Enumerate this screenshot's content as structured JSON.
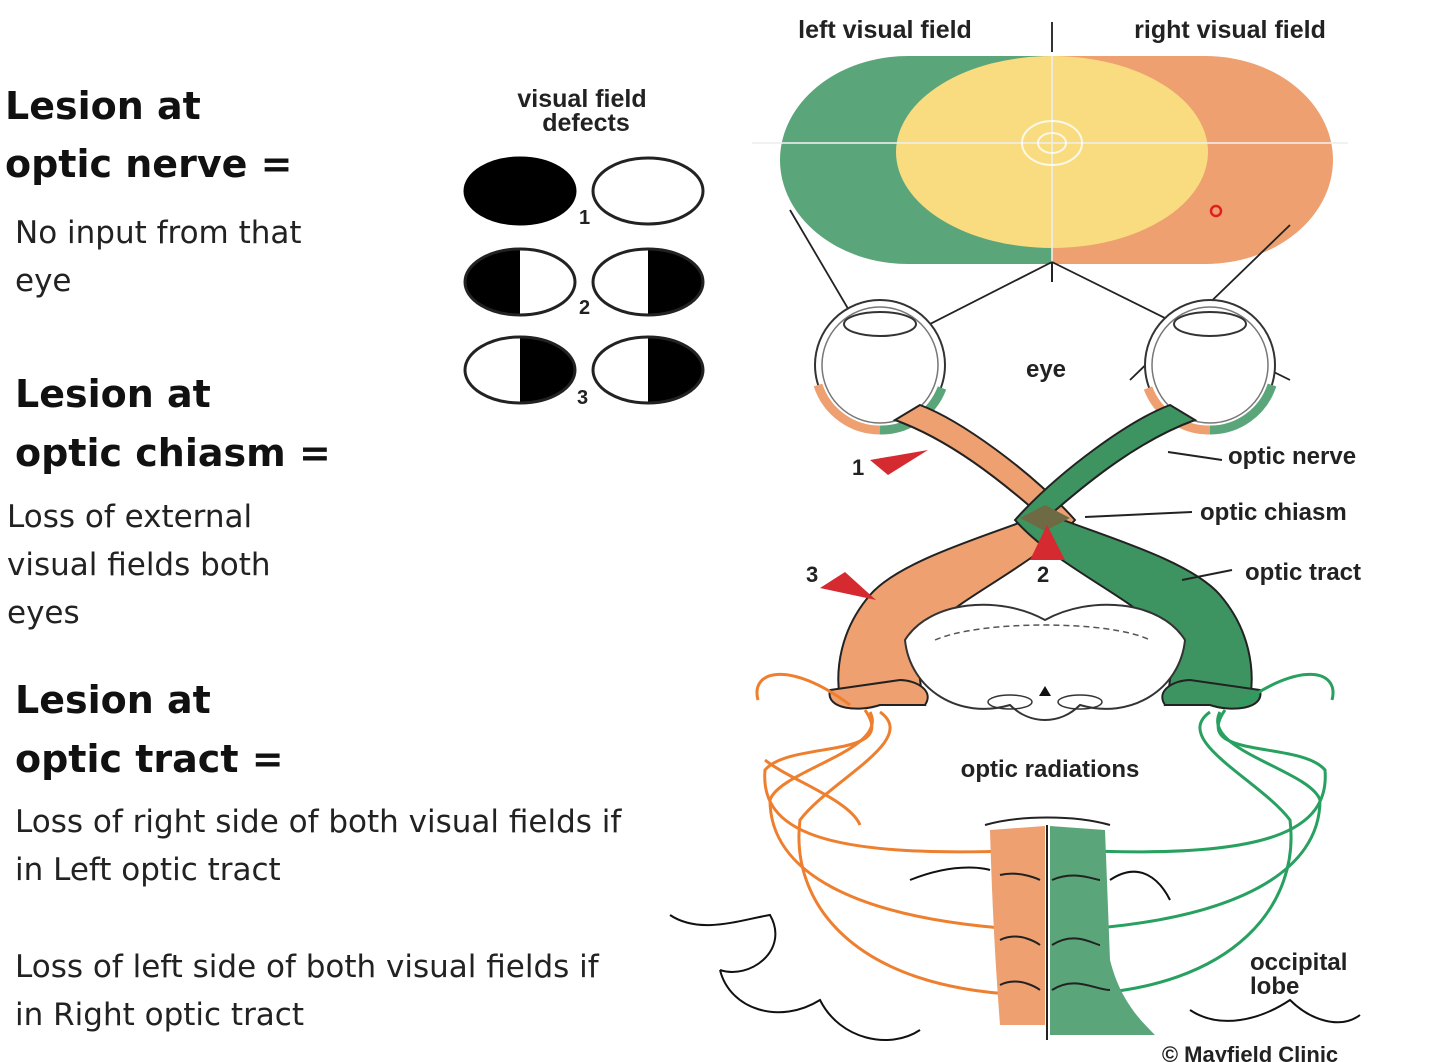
{
  "text": {
    "optic_nerve": {
      "heading_1": "Lesion at",
      "heading_2": "optic nerve =",
      "body_1": "No input from that",
      "body_2": "eye"
    },
    "optic_chiasm": {
      "heading_1": "Lesion at",
      "heading_2": "optic chiasm =",
      "body_1": "Loss of external",
      "body_2": "visual fields both",
      "body_3": "eyes"
    },
    "optic_tract": {
      "heading_1": "Lesion at",
      "heading_2": "optic tract =",
      "body_1": "Loss of right side of both visual fields if",
      "body_2": "in Left optic tract",
      "body_3": "Loss of left side of both visual fields if",
      "body_4": "in Right optic tract"
    }
  },
  "diagram": {
    "defects_title_1": "visual field",
    "defects_title_2": "defects",
    "defect_numbers": [
      "1",
      "2",
      "3"
    ],
    "left_visual_field": "left visual field",
    "right_visual_field": "right visual field",
    "eye": "eye",
    "optic_nerve": "optic nerve",
    "optic_chiasm": "optic chiasm",
    "optic_tract": "optic tract",
    "optic_radiations": "optic radiations",
    "occipital_1": "occipital",
    "occipital_2": "lobe",
    "lesion_markers": [
      "1",
      "2",
      "3"
    ],
    "copyright": "© Mayfield Clinic"
  },
  "colors": {
    "left_field_green": "#5aa67a",
    "right_field_orange": "#eea070",
    "overlap_yellow": "#f9dc80",
    "lesion_red": "#d42a30",
    "radiation_orange": "#ee7f2e",
    "radiation_green": "#27a060"
  }
}
